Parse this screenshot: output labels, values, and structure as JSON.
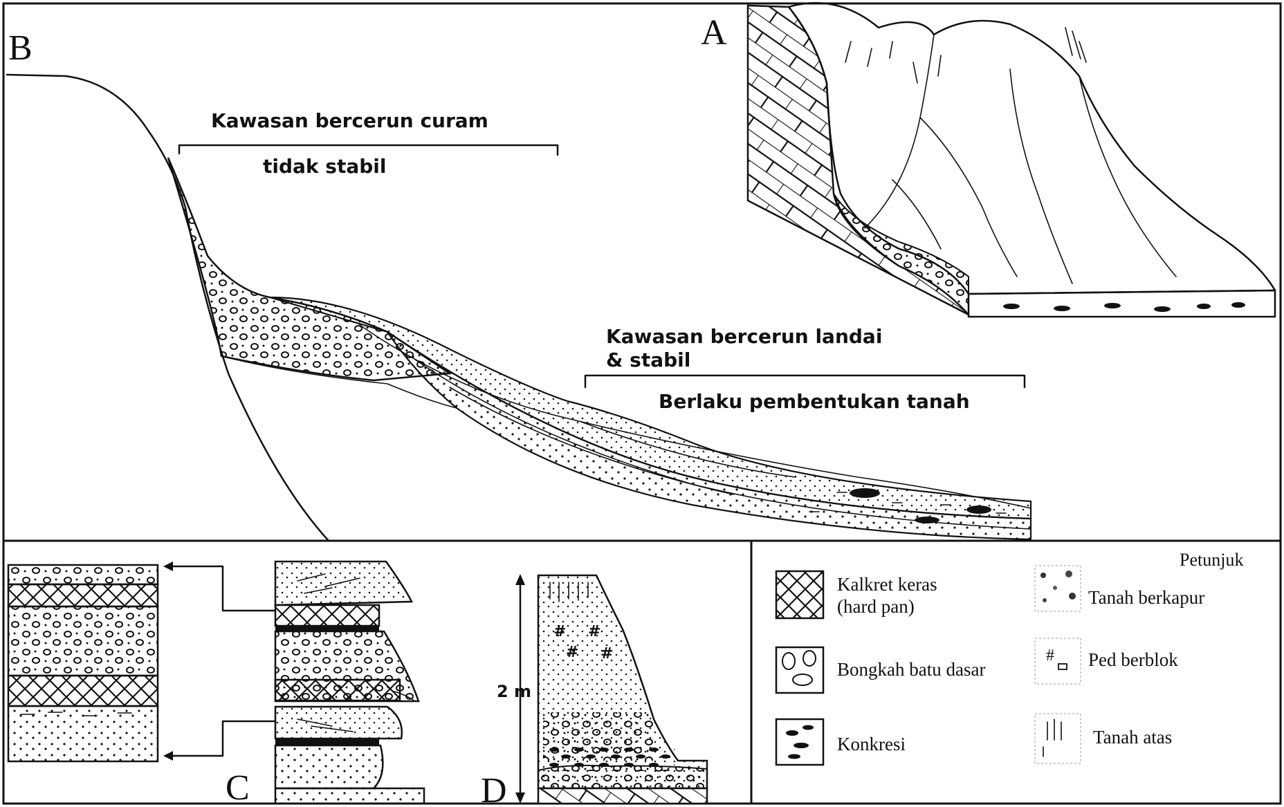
{
  "panels": {
    "a_letter": "A",
    "b_letter": "B",
    "c_letter": "C",
    "d_letter": "D"
  },
  "slope": {
    "steep_zone_title": "Kawasan bercerun curam",
    "steep_zone_note": "tidak stabil",
    "gentle_zone_title_line1": "Kawasan bercerun landai",
    "gentle_zone_title_line2": "& stabil",
    "gentle_zone_note": "Berlaku pembentukan tanah"
  },
  "profile_d": {
    "scale_label": "2 m"
  },
  "legend": {
    "title": "Petunjuk",
    "items": [
      {
        "id": "hardpan",
        "label_line1": "Kalkret keras",
        "label_line2": "(hard pan)"
      },
      {
        "id": "boulders",
        "label_line1": "Bongkah batu dasar",
        "label_line2": ""
      },
      {
        "id": "concretion",
        "label_line1": "Konkresi",
        "label_line2": ""
      },
      {
        "id": "calcareous",
        "label_line1": "Tanah berkapur",
        "label_line2": ""
      },
      {
        "id": "blocky-ped",
        "label_line1": "Ped berblok",
        "label_line2": ""
      },
      {
        "id": "topsoil",
        "label_line1": "Tanah atas",
        "label_line2": ""
      }
    ]
  }
}
